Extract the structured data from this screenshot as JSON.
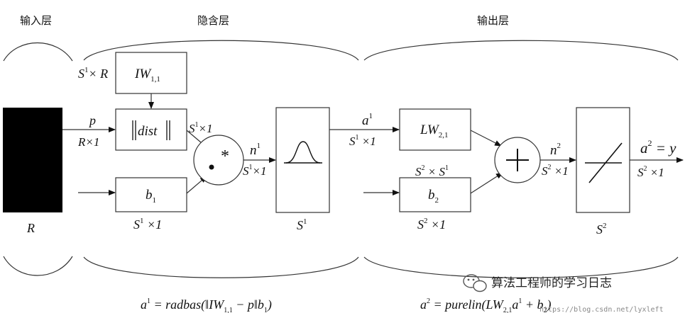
{
  "layers": {
    "input": "输入层",
    "hidden": "隐含层",
    "output": "输出层"
  },
  "input": {
    "label": "R"
  },
  "hidden": {
    "iw_dim": "S",
    "iw_dim_sup": "1",
    "iw_dim_tail": "× R",
    "iw_name": "IW",
    "iw_sub": "1,1",
    "dist_label": "dist",
    "p_label": "p",
    "p_dim": "R×1",
    "dist_out_base": "S",
    "dist_out_sup": "1",
    "dist_out_tail": "×1",
    "b_name": "b",
    "b_sub": "1",
    "b_dim_base": "S",
    "b_dim_sup": "1",
    "b_dim_tail": " ×1",
    "mult_op": "*",
    "n_name": "n",
    "n_sup": "1",
    "n_dim_base": "S",
    "n_dim_sup": "1",
    "n_dim_tail": "×1",
    "tf_dim_base": "S",
    "tf_dim_sup": "1"
  },
  "output": {
    "a_name": "a",
    "a_sup": "1",
    "a_dim_base": "S",
    "a_dim_sup": "1",
    "a_dim_tail": " ×1",
    "lw_name": "LW",
    "lw_sub": "2,1",
    "lw_dim_base1": "S",
    "lw_dim_sup1": "2",
    "lw_dim_mid": " × S",
    "lw_dim_sup2": "1",
    "b_name": "b",
    "b_sub": "2",
    "b_dim_base": "S",
    "b_dim_sup": "2",
    "b_dim_tail": " ×1",
    "sum_op": "+",
    "n_name": "n",
    "n_sup": "2",
    "n_dim_base": "S",
    "n_dim_sup": "2",
    "n_dim_tail": " ×1",
    "tf_dim_base": "S",
    "tf_dim_sup": "2",
    "out_name": "a",
    "out_sup": "2",
    "out_eq": " = y",
    "out_dim_base": "S",
    "out_dim_sup": "2",
    "out_dim_tail": " ×1"
  },
  "formulas": {
    "f1_a": "a",
    "f1_a_sup": "1",
    "f1_eq": " = radbas(‖IW",
    "f1_sub": "1,1",
    "f1_tail": " − p‖b",
    "f1_b_sub": "1",
    "f1_end": ")",
    "f2_a": "a",
    "f2_a_sup": "2",
    "f2_eq": " = purelin(LW",
    "f2_sub": "2,1",
    "f2_mid": "a",
    "f2_mid_sup": "1",
    "f2_tail": " + b",
    "f2_b_sub": "2",
    "f2_end": ")"
  },
  "watermark": {
    "text": "算法工程师的学习日志",
    "url": "https://blog.csdn.net/lyxleft",
    "icon": "wechat-icon"
  },
  "colors": {
    "ink": "#111111",
    "input_block": "#000000"
  }
}
